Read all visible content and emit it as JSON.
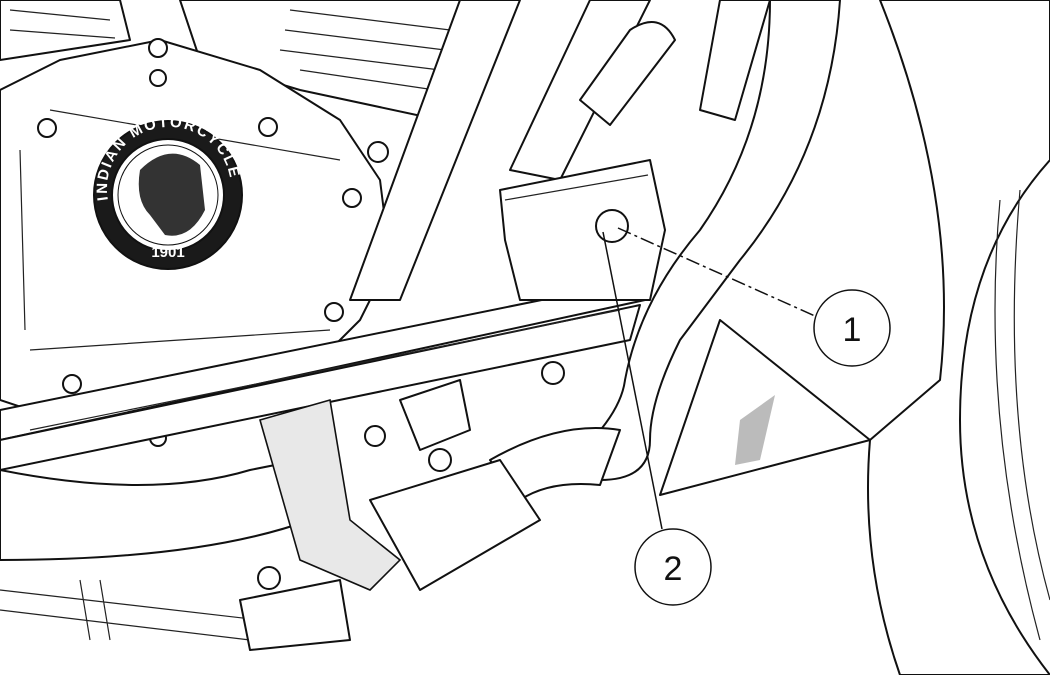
{
  "figure": {
    "logo": {
      "top_text": "INDIAN MOTORCYCLE",
      "year": "1901"
    },
    "callouts": [
      {
        "label": "1"
      },
      {
        "label": "2"
      }
    ],
    "colors": {
      "line": "#111111",
      "shade": "#e8e8e8",
      "logo_dark": "#1a1a1a",
      "background": "#ffffff"
    }
  }
}
